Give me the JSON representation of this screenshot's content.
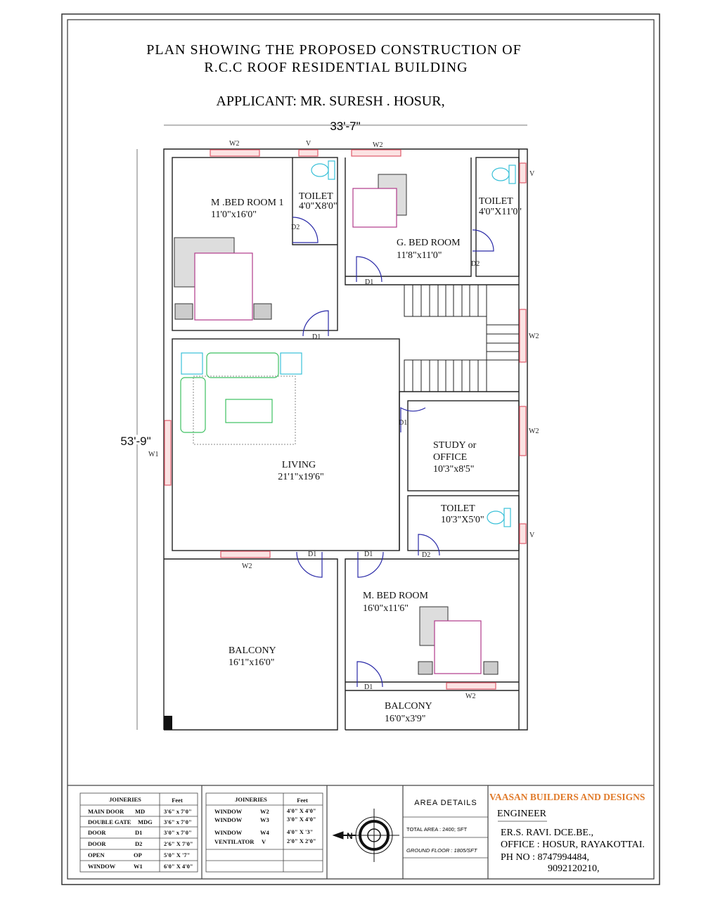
{
  "title": {
    "line1": "PLAN SHOWING THE PROPOSED CONSTRUCTION OF",
    "line2": "R.C.C ROOF RESIDENTIAL BUILDING",
    "applicant": "APPLICANT: MR. SURESH . HOSUR,"
  },
  "dimensions": {
    "width": "33'-7\"",
    "height": "53'-9\""
  },
  "rooms": {
    "mbed1": {
      "name": "M .BED ROOM 1",
      "size": "11'0\"x16'0\""
    },
    "toilet1": {
      "name": "TOILET",
      "size": "4'0\"X8'0\""
    },
    "gbed": {
      "name": "G. BED ROOM",
      "size": "11'8\"x11'0\""
    },
    "toilet2": {
      "name": "TOILET",
      "size": "4'0\"X11'0\""
    },
    "living": {
      "name": "LIVING",
      "size": "21'1\"x19'6\""
    },
    "study": {
      "name1": "STUDY or",
      "name2": "OFFICE",
      "size": "10'3\"x8'5\""
    },
    "toilet3": {
      "name": "TOILET",
      "size": "10'3\"X5'0\""
    },
    "mbed": {
      "name": "M. BED ROOM",
      "size": "16'0\"x11'6\""
    },
    "balcony1": {
      "name": "BALCONY",
      "size": "16'1\"x16'0\""
    },
    "balcony2": {
      "name": "BALCONY",
      "size": "16'0\"x3'9\""
    }
  },
  "tags": {
    "w1": "W1",
    "w2": "W2",
    "v": "V",
    "d1": "D1",
    "d2": "D2"
  },
  "joineries1": {
    "header": [
      "JOINERIES",
      "Feet"
    ],
    "rows": [
      [
        "MAIN DOOR",
        "MD",
        "3'6\" x 7'0\""
      ],
      [
        "DOUBLE GATE",
        "MDG",
        "3'6\" x 7'0\""
      ],
      [
        "DOOR",
        "D1",
        "3'0\" x 7'0\""
      ],
      [
        "DOOR",
        "D2",
        "2'6\" X 7'0\""
      ],
      [
        "OPEN",
        "OP",
        "5'0\" X '7\""
      ],
      [
        "WINDOW",
        "W1",
        "6'0\" X 4'0\""
      ]
    ]
  },
  "joineries2": {
    "header": [
      "JOINERIES",
      "Feet"
    ],
    "rows": [
      [
        "WINDOW",
        "W2",
        "4'0\" X 4'0\""
      ],
      [
        "WINDOW",
        "W3",
        "3'0\" X 4'0\""
      ],
      [
        "WINDOW",
        "W4",
        "4'0\" X '3\""
      ],
      [
        "VENTILATOR",
        "V",
        "2'0\" X 2'0\""
      ]
    ]
  },
  "compass": {
    "north": "N"
  },
  "area": {
    "heading": "AREA DETAILS",
    "total": "TOTAL AREA    : 2400; SFT",
    "ground": "GROUND FLOOR : 1805/SFT"
  },
  "firm": {
    "name": "VAASAN BUILDERS AND DESIGNS",
    "role": "ENGINEER",
    "engineer": "ER.S. RAVI. DCE.BE.,",
    "office": "OFFICE :  HOSUR,  RAYAKOTTAI.",
    "phone1": "PH NO   :  8747994484,",
    "phone2": "9092120210,"
  },
  "colors": {
    "brand": "#e07a2a",
    "window": "#e05a6a",
    "door": "#2a2aa8",
    "fixture": "#38c0d8"
  }
}
